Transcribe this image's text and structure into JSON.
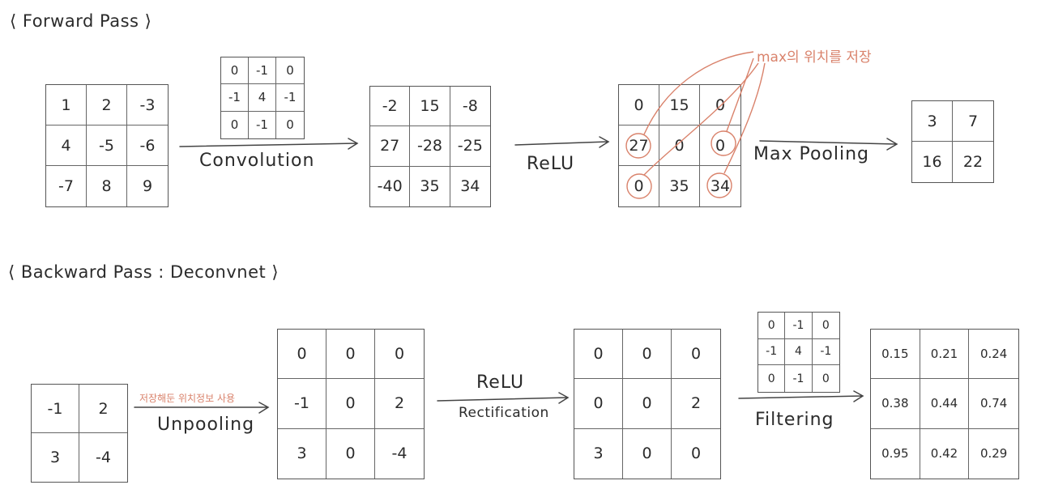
{
  "forward": {
    "title": "⟨ Forward Pass ⟩",
    "input": [
      [
        "1",
        "2",
        "-3"
      ],
      [
        "4",
        "-5",
        "-6"
      ],
      [
        "-7",
        "8",
        "9"
      ]
    ],
    "filter": [
      [
        "0",
        "-1",
        "0"
      ],
      [
        "-1",
        "4",
        "-1"
      ],
      [
        "0",
        "-1",
        "0"
      ]
    ],
    "conv_label": "Convolution",
    "conv_out": [
      [
        "-2",
        "15",
        "-8"
      ],
      [
        "27",
        "-28",
        "-25"
      ],
      [
        "-40",
        "35",
        "34"
      ]
    ],
    "relu_label": "ReLU",
    "relu_out": [
      [
        "0",
        "15",
        "0"
      ],
      [
        "27",
        "0",
        "0"
      ],
      [
        "0",
        "35",
        "34"
      ]
    ],
    "note": "max의 위치를 저장",
    "pool_label": "Max Pooling",
    "pool_out": [
      [
        "3",
        "7"
      ],
      [
        "16",
        "22"
      ]
    ]
  },
  "backward": {
    "title": "⟨ Backward Pass : Deconvnet ⟩",
    "input": [
      [
        "-1",
        "2"
      ],
      [
        "3",
        "-4"
      ]
    ],
    "note": "저장해둔 위치정보 사용",
    "unpool_label": "Unpooling",
    "unpool_out": [
      [
        "0",
        "0",
        "0"
      ],
      [
        "-1",
        "0",
        "2"
      ],
      [
        "3",
        "0",
        "-4"
      ]
    ],
    "relu_label": "ReLU",
    "rect_label": "Rectification",
    "relu_out": [
      [
        "0",
        "0",
        "0"
      ],
      [
        "0",
        "0",
        "2"
      ],
      [
        "3",
        "0",
        "0"
      ]
    ],
    "filter": [
      [
        "0",
        "-1",
        "0"
      ],
      [
        "-1",
        "4",
        "-1"
      ],
      [
        "0",
        "-1",
        "0"
      ]
    ],
    "filter_label": "Filtering",
    "output": [
      [
        "0.15",
        "0.21",
        "0.24"
      ],
      [
        "0.38",
        "0.44",
        "0.74"
      ],
      [
        "0.95",
        "0.42",
        "0.29"
      ]
    ]
  },
  "colors": {
    "ink": "#2b2b2b",
    "grid": "#555555",
    "annotation": "#d9826b"
  }
}
